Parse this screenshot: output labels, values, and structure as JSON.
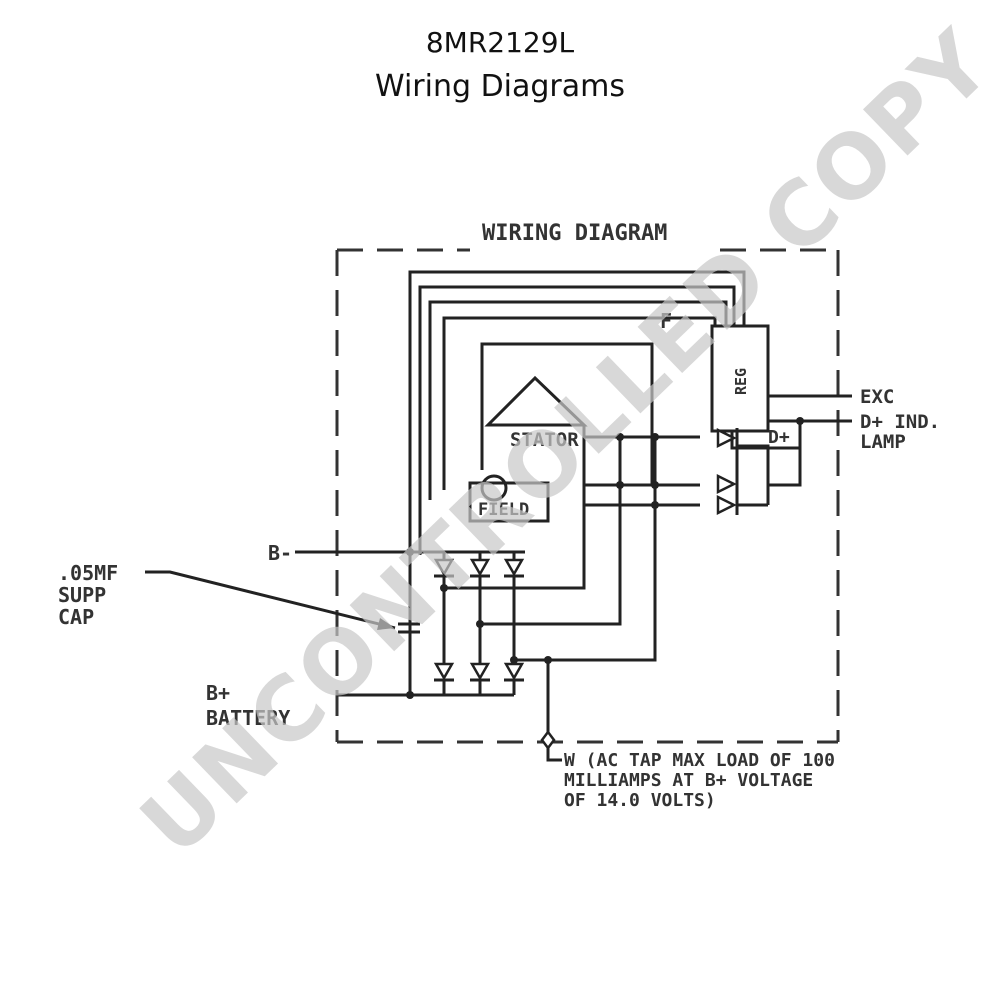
{
  "header": {
    "part_number": "8MR2129L",
    "subtitle": "Wiring Diagrams"
  },
  "diagram": {
    "title": "WIRING DIAGRAM",
    "reg_label": "REG",
    "stator_label": "STATOR",
    "field_label": "FIELD",
    "f_label": "F",
    "exc_label": "EXC",
    "d_plus_label": "D+",
    "d_plus_ind_label": "D+ IND.",
    "lamp_label": "LAMP",
    "b_minus_label": "B-",
    "cap_label_line1": ".05MF",
    "cap_label_line2": "SUPP",
    "cap_label_line3": "CAP",
    "b_plus_label": "B+",
    "battery_label": "BATTERY",
    "w_note_line1": "W (AC TAP MAX LOAD OF 100",
    "w_note_line2": "MILLIAMPS AT B+ VOLTAGE",
    "w_note_line3": "OF 14.0 VOLTS)"
  },
  "watermark": {
    "text": "UNCONTROLLED COPY"
  }
}
